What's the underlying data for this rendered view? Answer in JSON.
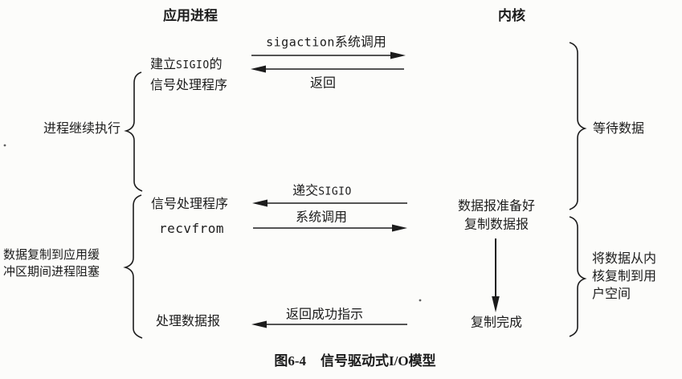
{
  "headers": {
    "application_process": "应用进程",
    "kernel": "内核"
  },
  "signal_setup": {
    "pre": "建立",
    "sigio": "SIGIO",
    "post": "的",
    "line2": "信号处理程序"
  },
  "side_labels": {
    "process_continues": "进程继续执行",
    "blocked_line1": "数据复制到应用缓",
    "blocked_line2": "冲区期间进程阻塞",
    "wait_for_data": "等待数据",
    "copy_kernel_line1": "将数据从内",
    "copy_kernel_line2": "核复制到用",
    "copy_kernel_line3": "户空间"
  },
  "app_steps": {
    "signal_handler": "信号处理程序",
    "recvfrom": "recvfrom",
    "process_datagram": "处理数据报"
  },
  "kernel_steps": {
    "datagram_ready": "数据报准备好",
    "copy_datagram": "复制数据报",
    "copy_complete": "复制完成"
  },
  "arrow_labels": {
    "sigaction_mono": "sigaction",
    "sigaction_cn": "系统调用",
    "return_label": "返回",
    "deliver_cn": "递交",
    "deliver_mono": "SIGIO",
    "syscall": "系统调用",
    "return_success": "返回成功指示"
  },
  "caption": {
    "figure_no": "图6-4",
    "title": "信号驱动式I/O模型"
  },
  "colors": {
    "ink": "#1c1c1c",
    "background": "#fcfcfa"
  }
}
